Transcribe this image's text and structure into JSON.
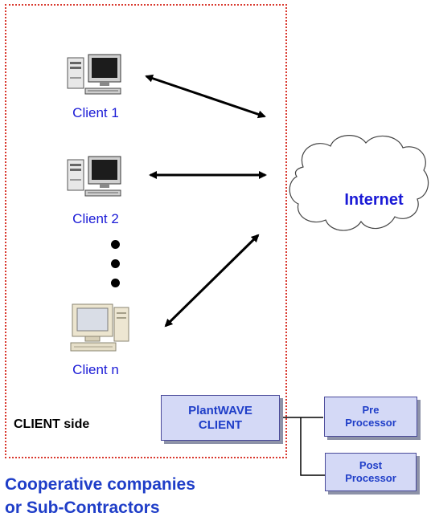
{
  "clients": [
    {
      "label": "Client  1"
    },
    {
      "label": "Client  2"
    },
    {
      "label": "Client  n"
    }
  ],
  "internet": {
    "label": "Internet",
    "icon": "cloud-icon"
  },
  "client_side_label": "CLIENT side",
  "plantwave": {
    "line1": "PlantWAVE",
    "line2": "CLIENT"
  },
  "pre_processor": {
    "line1": "Pre",
    "line2": "Processor"
  },
  "post_processor": {
    "line1": "Post",
    "line2": "Processor"
  },
  "caption": {
    "line1": "Cooperative companies",
    "line2": "or Sub-Contractors"
  },
  "colors": {
    "label_blue": "#1a1ad6",
    "box_fill": "#d4d9f6",
    "frame_red": "#d9392f"
  }
}
